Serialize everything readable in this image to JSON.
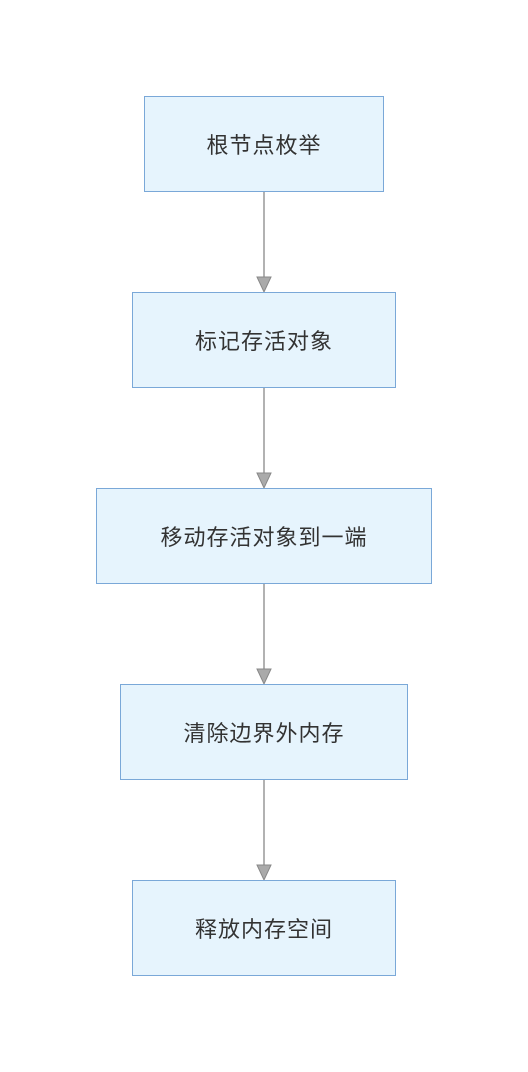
{
  "diagram": {
    "nodes": [
      {
        "id": "n1",
        "label": "根节点枚举"
      },
      {
        "id": "n2",
        "label": "标记存活对象"
      },
      {
        "id": "n3",
        "label": "移动存活对象到一端"
      },
      {
        "id": "n4",
        "label": "清除边界外内存"
      },
      {
        "id": "n5",
        "label": "释放内存空间"
      }
    ],
    "edges": [
      {
        "from": "n1",
        "to": "n2"
      },
      {
        "from": "n2",
        "to": "n3"
      },
      {
        "from": "n3",
        "to": "n4"
      },
      {
        "from": "n4",
        "to": "n5"
      }
    ],
    "colors": {
      "node_fill": "#e6f4fd",
      "node_border": "#7aa8d8",
      "edge": "#999999",
      "text": "#333333"
    }
  }
}
